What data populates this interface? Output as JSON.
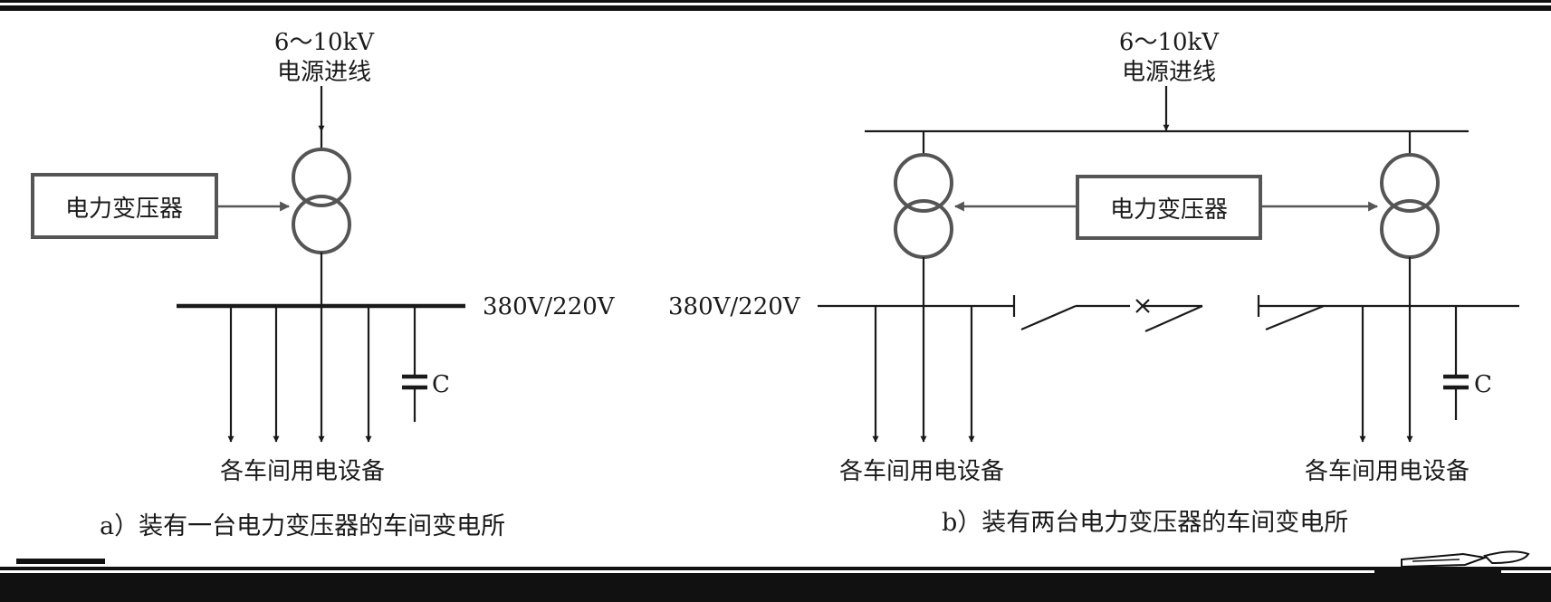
{
  "colors": {
    "ink": "#1a1a1a",
    "symbol_gray": "#555555",
    "band": "#111111",
    "background": "#ffffff"
  },
  "diagram_a": {
    "supply_voltage": "6～10kV",
    "supply_label": "电源进线",
    "transformer_label": "电力变压器",
    "bus_voltage": "380V/220V",
    "capacitor_label": "C",
    "load_label": "各车间用电设备",
    "caption": "a）装有一台电力变压器的车间变电所"
  },
  "diagram_b": {
    "supply_voltage": "6～10kV",
    "supply_label": "电源进线",
    "transformer_label": "电力变压器",
    "bus_voltage": "380V/220V",
    "capacitor_label": "C",
    "load_label_left": "各车间用电设备",
    "load_label_right": "各车间用电设备",
    "caption": "b）装有两台电力变压器的车间变电所"
  }
}
